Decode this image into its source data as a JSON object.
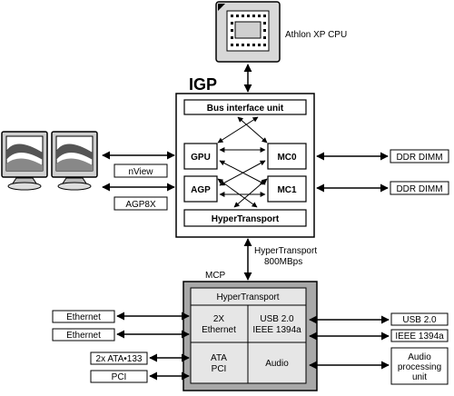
{
  "cpu": {
    "label": "Athlon XP CPU"
  },
  "igp": {
    "title": "IGP",
    "bus_interface_unit": "Bus interface unit",
    "gpu": "GPU",
    "agp": "AGP",
    "mc0": "MC0",
    "mc1": "MC1",
    "hypertransport": "HyperTransport"
  },
  "left_side": {
    "nview": "nView",
    "agp8x": "AGP8X"
  },
  "memory": {
    "dimm_top": "DDR DIMM",
    "dimm_bottom": "DDR DIMM"
  },
  "link": {
    "line1": "HyperTransport",
    "line2": "800MBps"
  },
  "mcp": {
    "title": "MCP",
    "hypertransport": "HyperTransport",
    "ethernet_cell": {
      "line1": "2X",
      "line2": "Ethernet"
    },
    "usb_cell": {
      "line1": "USB 2.0",
      "line2": "IEEE 1394a"
    },
    "ata_cell": {
      "line1": "ATA",
      "line2": "PCI"
    },
    "audio_cell": "Audio"
  },
  "mcp_left": {
    "ethernet_1": "Ethernet",
    "ethernet_2": "Ethernet",
    "ata": "2x ATA•133",
    "pci": "PCI"
  },
  "mcp_right": {
    "usb": "USB 2.0",
    "ieee": "IEEE 1394a",
    "audio_unit": {
      "line1": "Audio",
      "line2": "processing",
      "line3": "unit"
    }
  }
}
